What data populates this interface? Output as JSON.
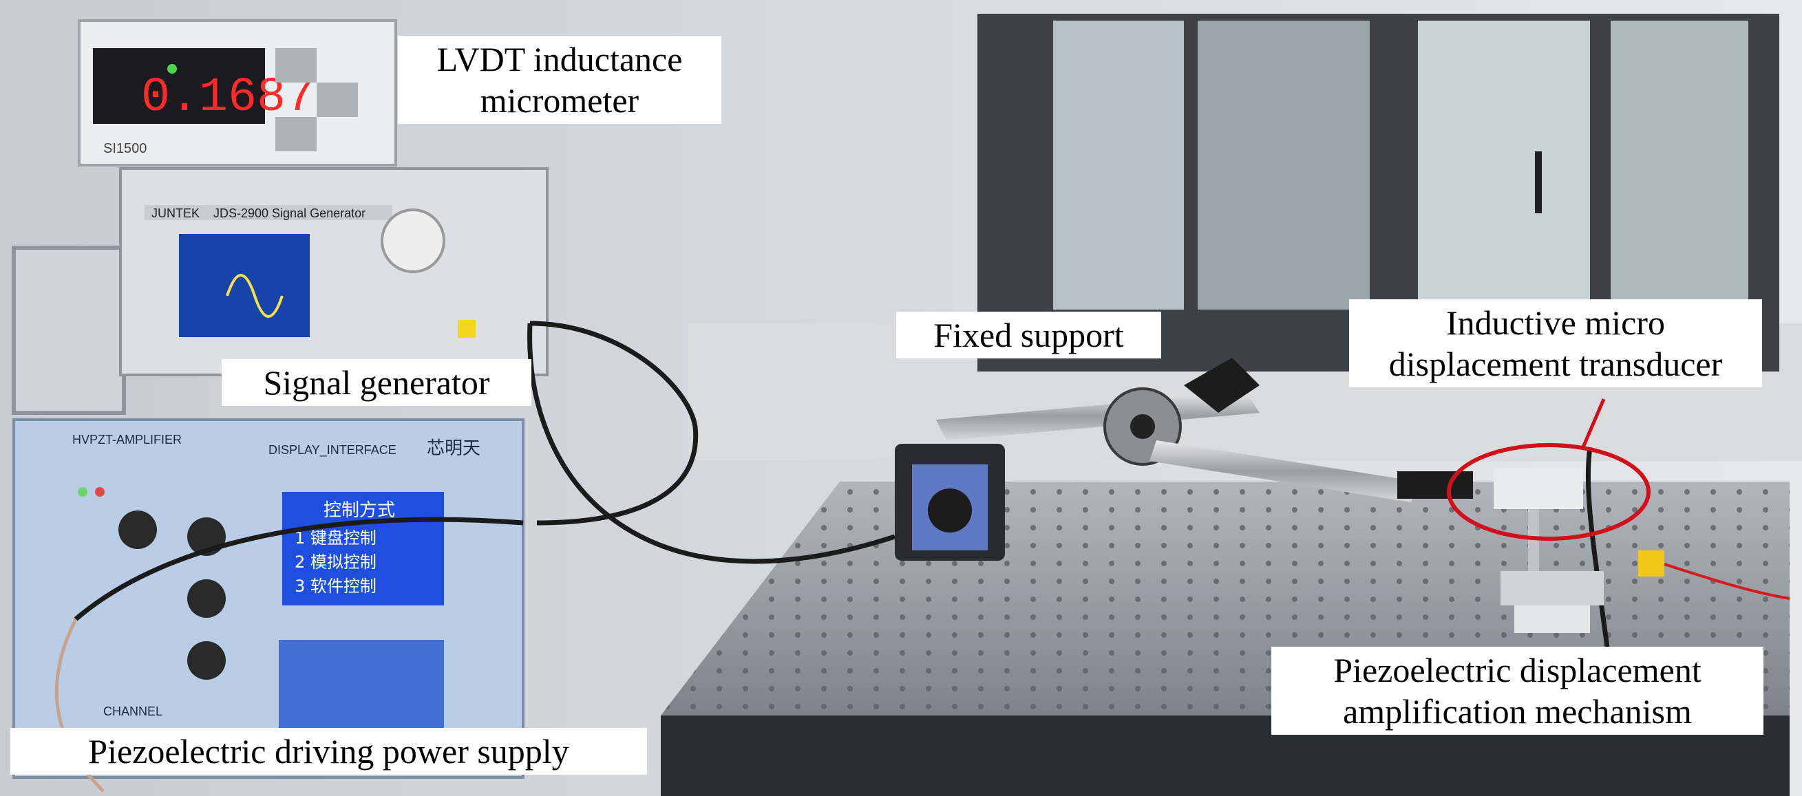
{
  "figure": {
    "labels": {
      "lvdt": [
        "LVDT inductance",
        "micrometer"
      ],
      "signal_generator": [
        "Signal generator"
      ],
      "fixed_support": [
        "Fixed support"
      ],
      "transducer": [
        "Inductive micro",
        "displacement transducer"
      ],
      "power_supply": [
        "Piezoelectric driving power supply"
      ],
      "amplification": [
        "Piezoelectric displacement",
        "amplification mechanism"
      ]
    },
    "device_readouts": {
      "micrometer_display": "0.1687",
      "micrometer_model": "SI1500",
      "generator_brand": "JUNTEK",
      "generator_model": "JDS-2900 Signal Generator",
      "amplifier_name": "HVPZT-AMPLIFIER",
      "display_interface": "DISPLAY_INTERFACE",
      "amplifier_brand": "芯明天",
      "amplifier_screen_title": "控制方式",
      "amplifier_screen_items": [
        "1 键盘控制",
        "2 模拟控制",
        "3 软件控制"
      ],
      "channel_label": "CHANNEL"
    },
    "colors": {
      "highlight_ellipse": "#d0101a",
      "led_readout": "#ff2a2a",
      "amplifier_panel": "#b9cde6",
      "optical_table": "#8c9198"
    }
  }
}
